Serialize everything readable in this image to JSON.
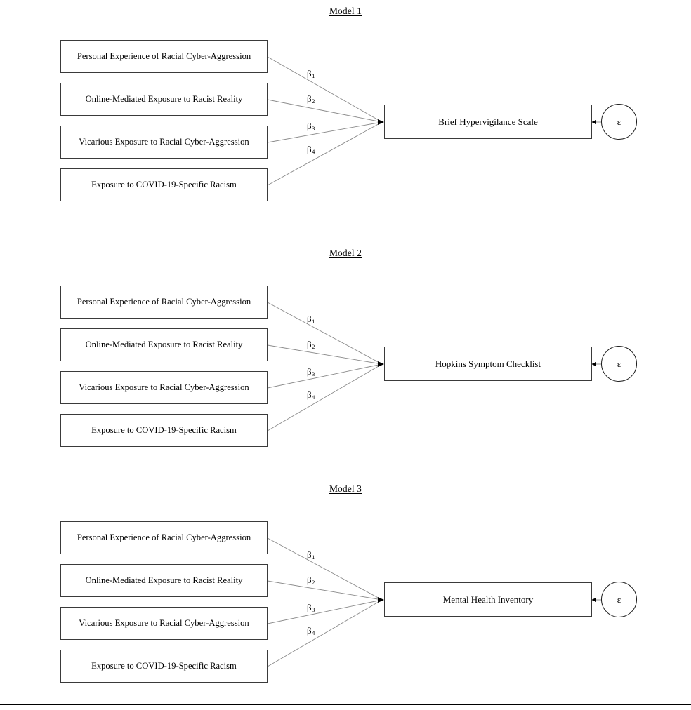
{
  "page": {
    "footer_rule": true
  },
  "models": [
    {
      "title": "Model 1",
      "predictors": [
        "Personal Experience of Racial Cyber-Aggression",
        "Online-Mediated Exposure to Racist Reality",
        "Vicarious Exposure to Racial Cyber-Aggression",
        "Exposure to COVID-19-Specific Racism"
      ],
      "path_labels": [
        "β",
        "β",
        "β",
        "β"
      ],
      "path_subscripts": [
        "1",
        "2",
        "3",
        "4"
      ],
      "outcome": "Brief Hypervigilance Scale",
      "error_term": "ε"
    },
    {
      "title": "Model 2",
      "predictors": [
        "Personal Experience of Racial Cyber-Aggression",
        "Online-Mediated Exposure to Racist Reality",
        "Vicarious Exposure to Racial Cyber-Aggression",
        "Exposure to COVID-19-Specific Racism"
      ],
      "path_labels": [
        "β",
        "β",
        "β",
        "β"
      ],
      "path_subscripts": [
        "1",
        "2",
        "3",
        "4"
      ],
      "outcome": "Hopkins Symptom Checklist",
      "error_term": "ε"
    },
    {
      "title": "Model 3",
      "predictors": [
        "Personal Experience of Racial Cyber-Aggression",
        "Online-Mediated Exposure to Racist Reality",
        "Vicarious Exposure to Racial Cyber-Aggression",
        "Exposure to COVID-19-Specific Racism"
      ],
      "path_labels": [
        "β",
        "β",
        "β",
        "β"
      ],
      "path_subscripts": [
        "1",
        "2",
        "3",
        "4"
      ],
      "outcome": "Mental Health Inventory",
      "error_term": "ε"
    }
  ],
  "colors": {
    "box_border": "#3a3a3a",
    "line": "#8a8a8a",
    "text": "#000000",
    "background": "#ffffff"
  }
}
